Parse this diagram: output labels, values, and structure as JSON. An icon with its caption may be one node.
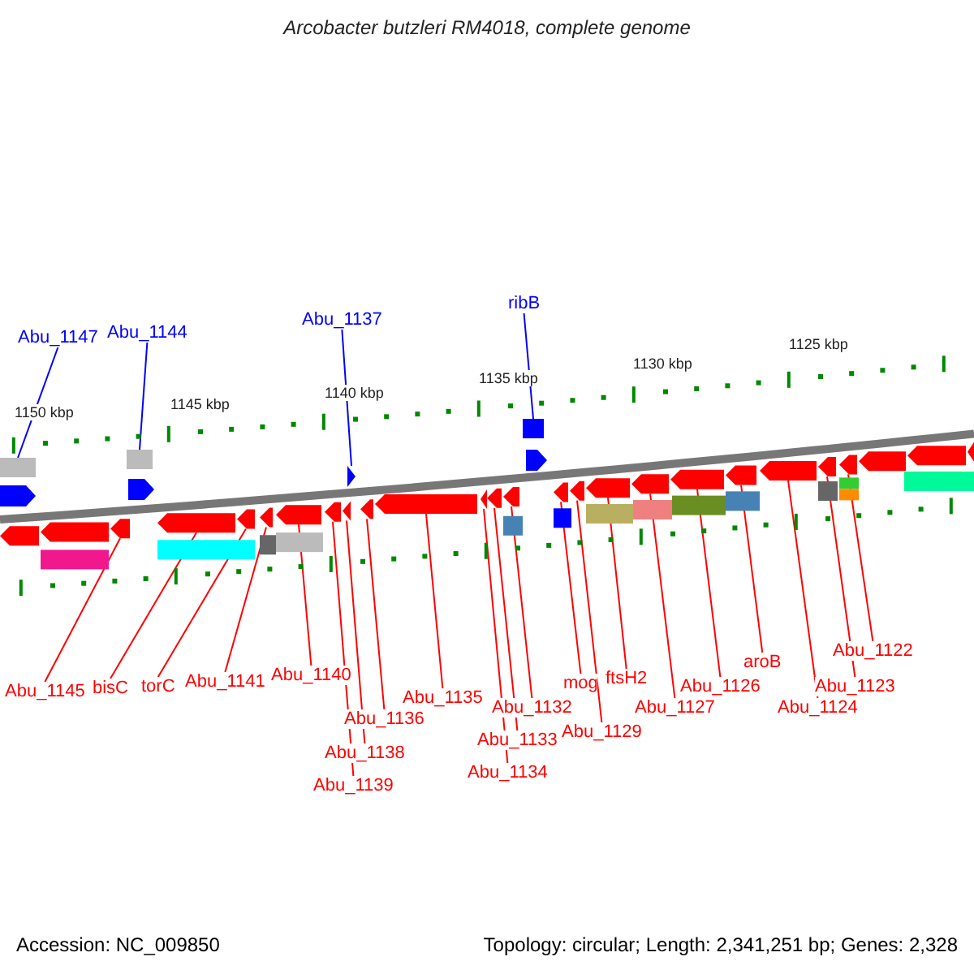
{
  "diagram": {
    "title": "Arcobacter butzleri RM4018, complete genome",
    "nodes": [
      {
        "text": [
          "Abu_1147"
        ]
      },
      {
        "text": [
          "Abu_1144"
        ]
      },
      {
        "text": [
          "Abu_1137"
        ]
      },
      {
        "text": [
          "ribB"
        ]
      },
      {
        "text": [
          "Abu_1145"
        ]
      },
      {
        "text": [
          "bisC"
        ]
      },
      {
        "text": [
          "torC"
        ]
      },
      {
        "text": [
          "Abu_1141"
        ]
      },
      {
        "text": [
          "Abu_1140"
        ]
      },
      {
        "text": [
          "Abu_1136"
        ]
      },
      {
        "text": [
          "Abu_1138"
        ]
      },
      {
        "text": [
          "Abu_1139"
        ]
      },
      {
        "text": [
          "Abu_1135"
        ]
      },
      {
        "text": [
          "Abu_1134"
        ]
      },
      {
        "text": [
          "Abu_1133"
        ]
      },
      {
        "text": [
          "Abu_1132"
        ]
      },
      {
        "text": [
          "mog"
        ]
      },
      {
        "text": [
          "Abu_1129"
        ]
      },
      {
        "text": [
          "ftsH2"
        ]
      },
      {
        "text": [
          "Abu_1127"
        ]
      },
      {
        "text": [
          "Abu_1126"
        ]
      },
      {
        "text": [
          "aroB"
        ]
      },
      {
        "text": [
          "Abu_1124"
        ]
      },
      {
        "text": [
          "Abu_1123"
        ]
      },
      {
        "text": [
          "Abu_1122"
        ]
      },
      {
        "text": [],
        "shape": "box"
      },
      {
        "text": [],
        "shape": "box"
      },
      {
        "text": [],
        "shape": "arrow"
      },
      {
        "text": [],
        "shape": "box"
      },
      {
        "text": [],
        "shape": "arrow"
      },
      {
        "text": [],
        "shape": "arrow"
      },
      {
        "text": [],
        "shape": "arrow"
      },
      {
        "text": [],
        "shape": "arrow"
      },
      {
        "text": [],
        "shape": "arrow"
      },
      {
        "text": [],
        "shape": "arrow"
      },
      {
        "text": [],
        "shape": "arrow"
      },
      {
        "text": [],
        "shape": "arrow"
      },
      {
        "text": [],
        "shape": "arrow"
      },
      {
        "text": [],
        "shape": "arrow"
      },
      {
        "text": [],
        "shape": "arrow"
      },
      {
        "text": [],
        "shape": "arrow"
      },
      {
        "text": [],
        "shape": "arrow"
      },
      {
        "text": [],
        "shape": "arrow"
      },
      {
        "text": [],
        "shape": "arrow"
      },
      {
        "text": [],
        "shape": "arrow"
      },
      {
        "text": [],
        "shape": "arrow"
      },
      {
        "text": [],
        "shape": "arrow"
      },
      {
        "text": [],
        "shape": "arrow"
      },
      {
        "text": [],
        "shape": "arrow"
      },
      {
        "text": [],
        "shape": "arrow"
      },
      {
        "text": [],
        "shape": "arrow"
      },
      {
        "text": [],
        "shape": "arrow"
      },
      {
        "text": [],
        "shape": "arrow"
      },
      {
        "text": [],
        "shape": "arrow"
      },
      {
        "text": [],
        "shape": "arrow"
      }
    ],
    "edges": [
      {
        "from": 0,
        "to": 25,
        "arrow": "none",
        "color": "#0000ff"
      },
      {
        "from": 1,
        "to": 26,
        "arrow": "none",
        "color": "#0000ff"
      },
      {
        "from": 2,
        "to": 27,
        "arrow": "none",
        "color": "#0000ff"
      },
      {
        "from": 3,
        "to": 28,
        "arrow": "none",
        "color": "#0000ff"
      },
      {
        "from": 4,
        "to": 29,
        "arrow": "none"
      },
      {
        "from": 5,
        "to": 30,
        "arrow": "none"
      },
      {
        "from": 6,
        "to": 31,
        "arrow": "none"
      },
      {
        "from": 7,
        "to": 32,
        "arrow": "none"
      },
      {
        "from": 8,
        "to": 33,
        "arrow": "none"
      },
      {
        "from": 9,
        "to": 36,
        "arrow": "none"
      },
      {
        "from": 10,
        "to": 35,
        "arrow": "none"
      },
      {
        "from": 11,
        "to": 34,
        "arrow": "none"
      },
      {
        "from": 12,
        "to": 37,
        "arrow": "none"
      },
      {
        "from": 13,
        "to": 38,
        "arrow": "none"
      },
      {
        "from": 14,
        "to": 39,
        "arrow": "none"
      },
      {
        "from": 15,
        "to": 40,
        "arrow": "none"
      },
      {
        "from": 16,
        "to": 41,
        "arrow": "none"
      },
      {
        "from": 17,
        "to": 42,
        "arrow": "none"
      },
      {
        "from": 18,
        "to": 43,
        "arrow": "none"
      },
      {
        "from": 19,
        "to": 44,
        "arrow": "none"
      },
      {
        "from": 20,
        "to": 45,
        "arrow": "none"
      },
      {
        "from": 21,
        "to": 46,
        "arrow": "none"
      },
      {
        "from": 22,
        "to": 47,
        "arrow": "none"
      },
      {
        "from": 23,
        "to": 48,
        "arrow": "none"
      },
      {
        "from": 24,
        "to": 49,
        "arrow": "none"
      }
    ],
    "labels": [
      "1150 kbp",
      "1145 kbp",
      "1140 kbp",
      "1135 kbp",
      "1130 kbp",
      "1125 kbp",
      "Accession: NC_009850",
      "Topology: circular; Length: 2,341,251 bp; Genes: 2,328"
    ]
  }
}
